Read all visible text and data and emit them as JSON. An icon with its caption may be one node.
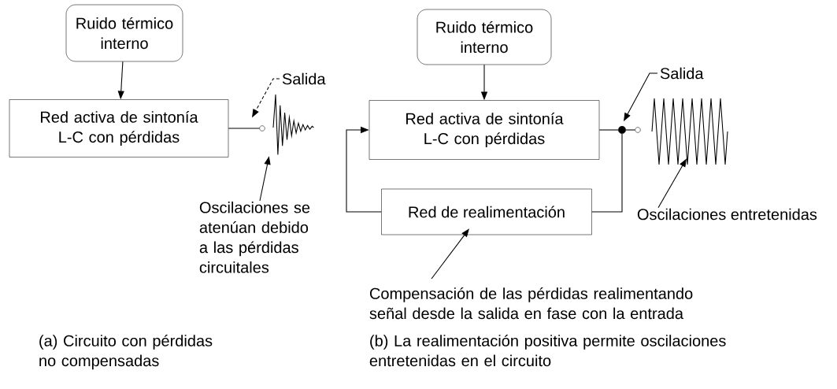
{
  "diagram": {
    "nodes": [
      {
        "text": [
          "Ruido térmico interno"
        ]
      },
      {
        "text": [
          "Red activa de sintonía L-C con pérdidas"
        ]
      },
      {
        "text": [
          "Salida"
        ]
      },
      {
        "text": [],
        "shape": "picture"
      },
      {
        "text": [
          "Oscilaciones se atenúan debido a las pérdidas circuitales"
        ]
      },
      {
        "text": [],
        "shape": "circle"
      },
      {
        "text": [
          "Ruido térmico interno"
        ]
      },
      {
        "text": [
          "Red activa de sintonía L-C con pérdidas"
        ]
      },
      {
        "text": [
          "Red de realimentación"
        ]
      },
      {
        "text": [],
        "shape": "dot"
      },
      {
        "text": [],
        "shape": "circle"
      },
      {
        "text": [
          "Salida"
        ]
      },
      {
        "text": [],
        "shape": "picture"
      },
      {
        "text": [
          "Oscilaciones entretenidas"
        ]
      },
      {
        "text": [
          "Compensación de las pérdidas realimentando señal desde la salida en fase con la entrada"
        ]
      }
    ],
    "edges": [
      {
        "from": 0,
        "to": 1,
        "arrow": "to"
      },
      {
        "from": 1,
        "to": 5,
        "arrow": "none"
      },
      {
        "from": 2,
        "to": 5,
        "arrow": "to",
        "style": "dashed"
      },
      {
        "from": 4,
        "to": 3,
        "arrow": "to"
      },
      {
        "from": 6,
        "to": 7,
        "arrow": "to"
      },
      {
        "from": 7,
        "to": 9,
        "arrow": "none"
      },
      {
        "from": 9,
        "to": 10,
        "arrow": "none"
      },
      {
        "from": 9,
        "to": 8,
        "arrow": "none"
      },
      {
        "from": 8,
        "to": 7,
        "arrow": "to"
      },
      {
        "from": 11,
        "to": 9,
        "arrow": "to"
      },
      {
        "from": 13,
        "to": 12,
        "arrow": "to"
      },
      {
        "from": 14,
        "to": 8,
        "arrow": "to"
      }
    ],
    "labels": [
      "(a) Circuito con pérdidas no compensadas",
      "(b) La realimentación positiva permite oscilaciones entretenidas en el circuito"
    ]
  }
}
